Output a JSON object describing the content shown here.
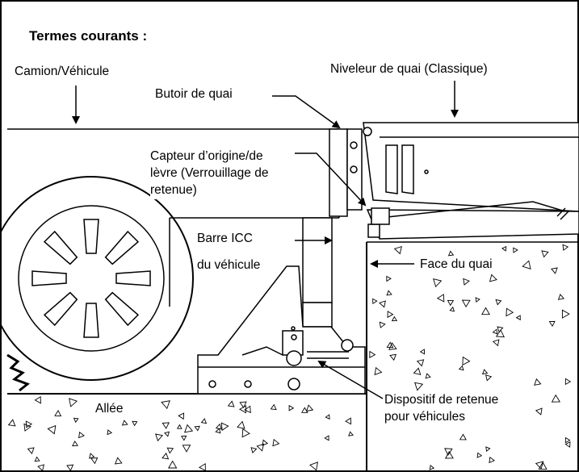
{
  "title": "Termes courants :",
  "labels": {
    "vehicle": "Camion/Véhicule",
    "leveler": "Niveleur de quai (Classique)",
    "bumper": "Butoir de quai",
    "sensor_line1": "Capteur d’origine/de",
    "sensor_line2": "lèvre (Verrouillage de",
    "sensor_line3": "retenue)",
    "icc_line1": "Barre ICC",
    "icc_line2": "du véhicule",
    "dock_face": "Face du quai",
    "driveway": "Allée",
    "restraint_line1": "Dispositif de retenue",
    "restraint_line2": "pour véhicules"
  },
  "icons": [
    "arrow-icon",
    "wheel-icon",
    "concrete-texture"
  ]
}
